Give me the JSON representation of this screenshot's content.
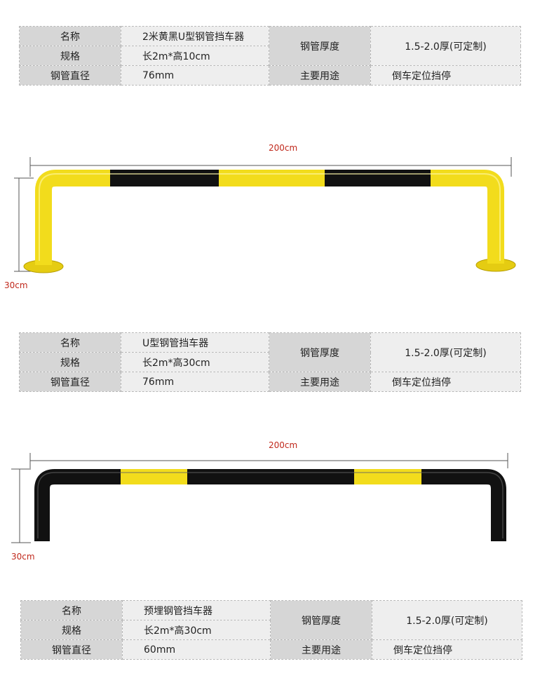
{
  "tables": [
    {
      "name_label": "名称",
      "name_value": "2米黄黑U型钢管挡车器",
      "spec_label": "规格",
      "spec_value": "长2m*高10cm",
      "diameter_label": "钢管直径",
      "diameter_value": "76mm",
      "thickness_label": "钢管厚度",
      "thickness_value": "1.5-2.0厚(可定制)",
      "usage_label": "主要用途",
      "usage_value": "倒车定位挡停"
    },
    {
      "name_label": "名称",
      "name_value": "U型钢管挡车器",
      "spec_label": "规格",
      "spec_value": "长2m*高30cm",
      "diameter_label": "钢管直径",
      "diameter_value": "76mm",
      "thickness_label": "钢管厚度",
      "thickness_value": "1.5-2.0厚(可定制)",
      "usage_label": "主要用途",
      "usage_value": "倒车定位挡停"
    },
    {
      "name_label": "名称",
      "name_value": "预埋钢管挡车器",
      "spec_label": "规格",
      "spec_value": "长2m*高30cm",
      "diameter_label": "钢管直径",
      "diameter_value": "60mm",
      "thickness_label": "钢管厚度",
      "thickness_value": "1.5-2.0厚(可定制)",
      "usage_label": "主要用途",
      "usage_value": "倒车定位挡停"
    }
  ],
  "figures": [
    {
      "width_label": "200cm",
      "height_label": "30cm",
      "base_color": "#f2dc1c",
      "stripe_color": "#111111"
    },
    {
      "width_label": "200cm",
      "height_label": "30cm",
      "base_color": "#111111",
      "stripe_color": "#f2dc1c"
    }
  ],
  "colors": {
    "label_bg": "#d6d6d6",
    "value_bg": "#eeeeee",
    "dimension_text": "#c0281b"
  }
}
